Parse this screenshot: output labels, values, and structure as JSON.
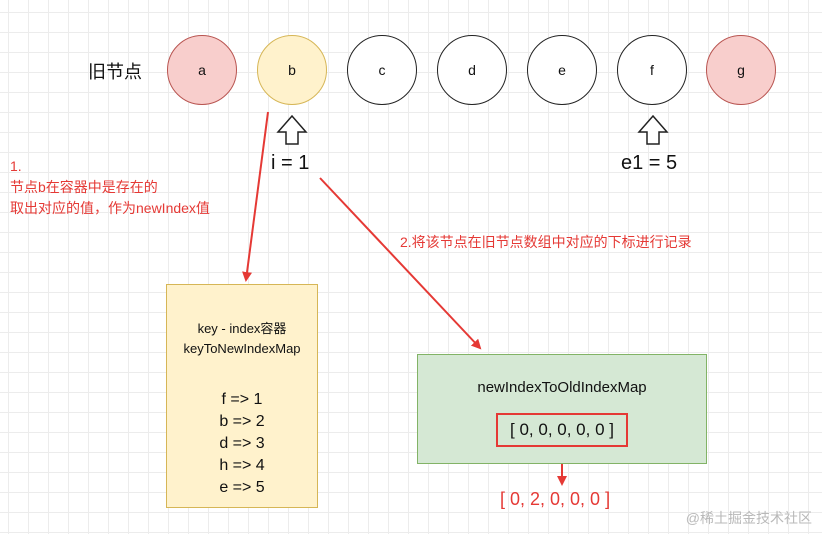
{
  "old_label": "旧节点",
  "nodes": [
    {
      "label": "a",
      "fill": "#f8cecc",
      "stroke": "#b85450"
    },
    {
      "label": "b",
      "fill": "#fff2cc",
      "stroke": "#d6b656"
    },
    {
      "label": "c",
      "fill": "#ffffff",
      "stroke": "#222222"
    },
    {
      "label": "d",
      "fill": "#ffffff",
      "stroke": "#222222"
    },
    {
      "label": "e",
      "fill": "#ffffff",
      "stroke": "#222222"
    },
    {
      "label": "f",
      "fill": "#ffffff",
      "stroke": "#222222"
    },
    {
      "label": "g",
      "fill": "#f8cecc",
      "stroke": "#b85450"
    }
  ],
  "pointer_i": "i = 1",
  "pointer_e1": "e1 = 5",
  "note1": {
    "line1": "1.",
    "line2": "节点b在容器中是存在的",
    "line3": "取出对应的值，作为newIndex值"
  },
  "note2": "2.将该节点在旧节点数组中对应的下标进行记录",
  "key_map": {
    "title_line1": "key - index容器",
    "title_line2": "keyToNewIndexMap",
    "entries": [
      "f => 1",
      "b => 2",
      "d => 3",
      "h => 4",
      "e => 5"
    ]
  },
  "new_index_map": {
    "title": "newIndexToOldIndexMap",
    "values": "[ 0, 0, 0, 0, 0 ]"
  },
  "result": "[ 0, 2, 0, 0, 0 ]",
  "watermark": "@稀土掘金技术社区",
  "colors": {
    "accent_red": "#e53935",
    "map_fill": "#fff2cc",
    "array_fill": "#d5e8d4"
  }
}
